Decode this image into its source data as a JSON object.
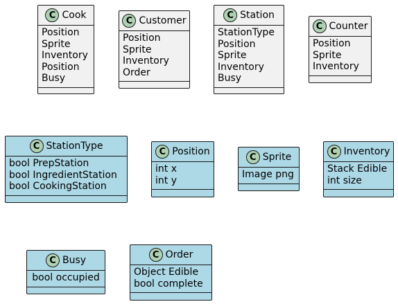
{
  "diagram": {
    "classes": [
      {
        "id": "cook",
        "name": "Cook",
        "icon": "C",
        "fields": [
          "Position",
          "Sprite",
          "Inventory",
          "Position",
          "Busy"
        ]
      },
      {
        "id": "customer",
        "name": "Customer",
        "icon": "C",
        "fields": [
          "Position",
          "Sprite",
          "Inventory",
          "Order"
        ]
      },
      {
        "id": "station",
        "name": "Station",
        "icon": "C",
        "fields": [
          "StationType",
          "Position",
          "Sprite",
          "Inventory",
          "Busy"
        ]
      },
      {
        "id": "counter",
        "name": "Counter",
        "icon": "C",
        "fields": [
          "Position",
          "Sprite",
          "Inventory"
        ]
      },
      {
        "id": "stationtype",
        "name": "StationType",
        "icon": "C",
        "fields": [
          "bool PrepStation",
          "bool IngredientStation",
          "bool CookingStation"
        ]
      },
      {
        "id": "position",
        "name": "Position",
        "icon": "C",
        "fields": [
          "int x",
          "int y"
        ]
      },
      {
        "id": "sprite",
        "name": "Sprite",
        "icon": "C",
        "fields": [
          "Image png"
        ]
      },
      {
        "id": "inventory",
        "name": "Inventory",
        "icon": "C",
        "fields": [
          "Stack Edible",
          "int size"
        ]
      },
      {
        "id": "busy",
        "name": "Busy",
        "icon": "C",
        "fields": [
          "bool occupied"
        ]
      },
      {
        "id": "order",
        "name": "Order",
        "icon": "C",
        "fields": [
          "Object Edible",
          "bool complete"
        ]
      }
    ],
    "colors": {
      "plain_class_fill": "#f1f1f1",
      "highlight_class_fill": "#add8e6",
      "class_icon_fill": "#add1b2",
      "border": "#181818"
    }
  }
}
